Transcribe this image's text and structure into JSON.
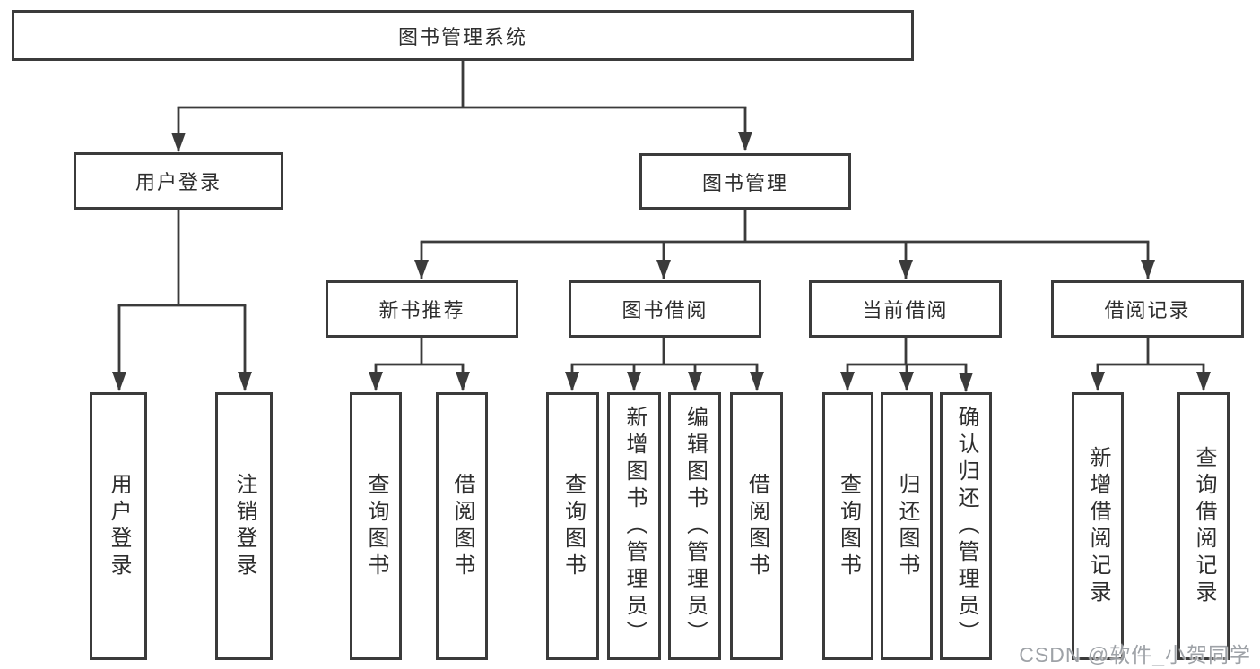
{
  "diagram": {
    "root": {
      "label": "图书管理系统"
    },
    "branches": [
      {
        "label": "用户登录",
        "children": [
          "用户登录",
          "注销登录"
        ]
      },
      {
        "label": "图书管理",
        "children": [
          {
            "label": "新书推荐",
            "children": [
              "查询图书",
              "借阅图书"
            ]
          },
          {
            "label": "图书借阅",
            "children": [
              "查询图书",
              "新增图书（管理员）",
              "编辑图书（管理员）",
              "借阅图书"
            ]
          },
          {
            "label": "当前借阅",
            "children": [
              "查询图书",
              "归还图书",
              "确认归还（管理员）"
            ]
          },
          {
            "label": "借阅记录",
            "children": [
              "新增借阅记录",
              "查询借阅记录"
            ]
          }
        ]
      }
    ]
  },
  "watermark": "CSDN @软件_小贺同学",
  "colors": {
    "line": "#3b3b3b",
    "border": "#3b3b3b",
    "text": "#2e2e2e",
    "watermark": "#969aa0",
    "background": "#ffffff"
  }
}
